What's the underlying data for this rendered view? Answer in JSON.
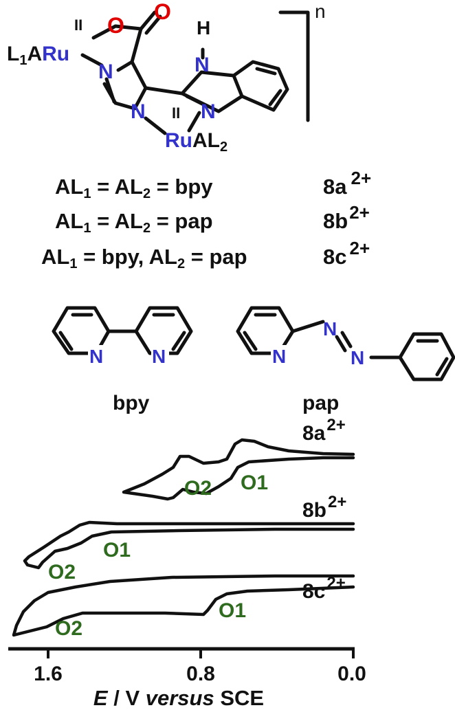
{
  "complex": {
    "ru_left_prefix": "L",
    "ru_left_sub": "1",
    "ru_left_a": "A",
    "ru": "Ru",
    "ru_ox": "II",
    "ru_right_suffix": "AL",
    "ru_right_sub": "2",
    "atom_O": "O",
    "atom_N": "N",
    "atom_H": "H",
    "charge_n": "n"
  },
  "assignments": [
    {
      "left": "AL",
      "s1": "1",
      "mid": " = AL",
      "s2": "2",
      "rest": " = bpy",
      "compound": "8a",
      "charge": "2+"
    },
    {
      "left": "AL",
      "s1": "1",
      "mid": " = AL",
      "s2": "2",
      "rest": " = pap",
      "compound": "8b",
      "charge": "2+"
    },
    {
      "left": "AL",
      "s1": "1",
      "mid": " = bpy, AL",
      "s2": "2",
      "rest": " = pap",
      "compound": "8c",
      "charge": "2+"
    }
  ],
  "ligands": {
    "bpy": "bpy",
    "pap": "pap",
    "atom_N": "N"
  },
  "cv": {
    "traces": [
      {
        "compound": "8a",
        "charge": "2+",
        "peaks": [
          "O2",
          "O1"
        ]
      },
      {
        "compound": "8b",
        "charge": "2+",
        "peaks": [
          "O2",
          "O1"
        ]
      },
      {
        "compound": "8c",
        "charge": "2+",
        "peaks": [
          "O2",
          "O1"
        ]
      }
    ],
    "axis": {
      "ticks": [
        "1.6",
        "0.8",
        "0.0"
      ],
      "label_E": "E",
      "label_rest": " / V ",
      "label_versus": "versus",
      "label_sce": " SCE"
    }
  }
}
